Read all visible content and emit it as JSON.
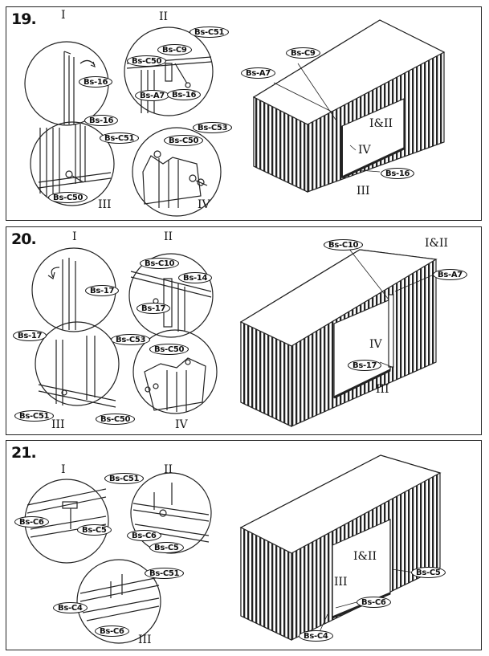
{
  "steps": [
    {
      "number": "19.",
      "romans": {
        "i": "I",
        "ii": "II",
        "iii": "III",
        "iv": "IV",
        "i_ii": "I&II",
        "iv_main": "IV",
        "iii_main": "III"
      },
      "parts": {
        "bs16_i": "Bs-16",
        "bs_c51_ii": "Bs-C51",
        "bs_c9_ii": "Bs-C9",
        "bs_c50_ii": "Bs-C50",
        "bs_a7_ii": "Bs-A7",
        "bs16_ii": "Bs-16",
        "bs16_iii": "Bs-16",
        "bs_c51_iii": "Bs-C51",
        "bs_c50_iii": "Bs-C50",
        "bs_c50_iv": "Bs-C50",
        "bs_c53_iv": "Bs-C53",
        "bs_c9_main": "Bs-C9",
        "bs_a7_main": "Bs-A7",
        "bs16_main": "Bs-16"
      }
    },
    {
      "number": "20.",
      "romans": {
        "i": "I",
        "ii": "II",
        "iii": "III",
        "iv": "IV",
        "i_ii": "I&II",
        "iv_main": "IV",
        "iii_main": "III"
      },
      "parts": {
        "bs17_i": "Bs-17",
        "bs_c10_ii": "Bs-C10",
        "bs14_ii": "Bs-14",
        "bs17_ii": "Bs-17",
        "bs17_iii": "Bs-17",
        "bs_c51_iii": "Bs-C51",
        "bs_c50_iii": "Bs-C50",
        "bs_c53_iv": "Bs-C53",
        "bs_c50_iv": "Bs-C50",
        "bs_c10_main": "Bs-C10",
        "bs_a7_main": "Bs-A7",
        "bs17_main": "Bs-17"
      }
    },
    {
      "number": "21.",
      "romans": {
        "i": "I",
        "ii": "II",
        "iii": "III",
        "i_ii": "I&II",
        "iii_main": "III"
      },
      "parts": {
        "bs_c6_i": "Bs-C6",
        "bs_c5_i": "Bs-C5",
        "bs_c51_ii": "Bs-C51",
        "bs_c6_ii": "Bs-C6",
        "bs_c5_ii": "Bs-C5",
        "bs_c51_iii": "Bs-C51",
        "bs_c4_iii": "Bs-C4",
        "bs_c6_iii": "Bs-C6",
        "bs_c5_main": "Bs-C5",
        "bs_c6_main": "Bs-C6",
        "bs_c4_main": "Bs-C4"
      }
    }
  ]
}
